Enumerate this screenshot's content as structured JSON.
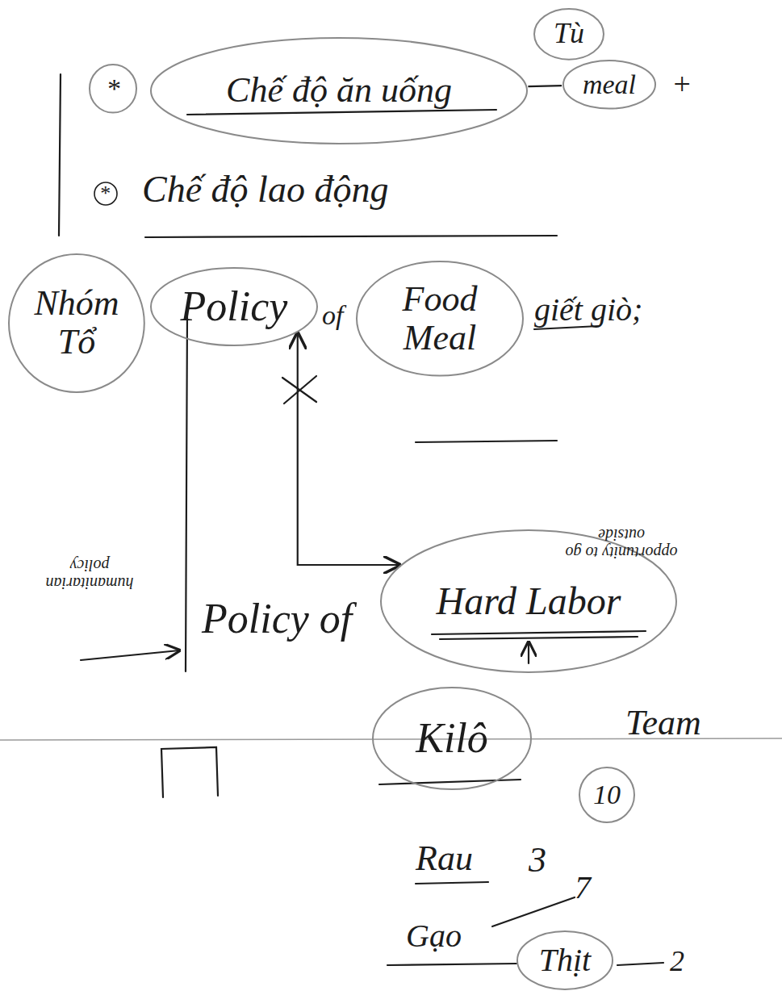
{
  "diagram": {
    "nodes": [
      {
        "text": [
          "Tù"
        ]
      },
      {
        "text": [
          "*"
        ]
      },
      {
        "text": [
          "Chế độ ăn uống"
        ]
      },
      {
        "text": [
          "meal"
        ]
      },
      {
        "text": [
          "Nhóm Tổ"
        ]
      },
      {
        "text": [
          "Policy"
        ]
      },
      {
        "text": [
          "Food Meal"
        ]
      },
      {
        "text": [
          "Hard Labor"
        ]
      },
      {
        "text": [
          "Kilô"
        ]
      },
      {
        "text": [
          "10"
        ]
      },
      {
        "text": [
          "Thịt"
        ]
      }
    ],
    "edges": [
      {
        "from": 2,
        "to": 3,
        "arrow": "none"
      },
      {
        "from": 5,
        "to": 7,
        "arrow": "both"
      }
    ],
    "labels": [
      "+",
      "*",
      "Chế độ lao động",
      "of",
      "giết giò;",
      "Policy of",
      "opportunity to go outside",
      "humanitarian policy",
      "Team",
      "Rau",
      "3",
      "Gạo",
      "7",
      "2"
    ]
  }
}
